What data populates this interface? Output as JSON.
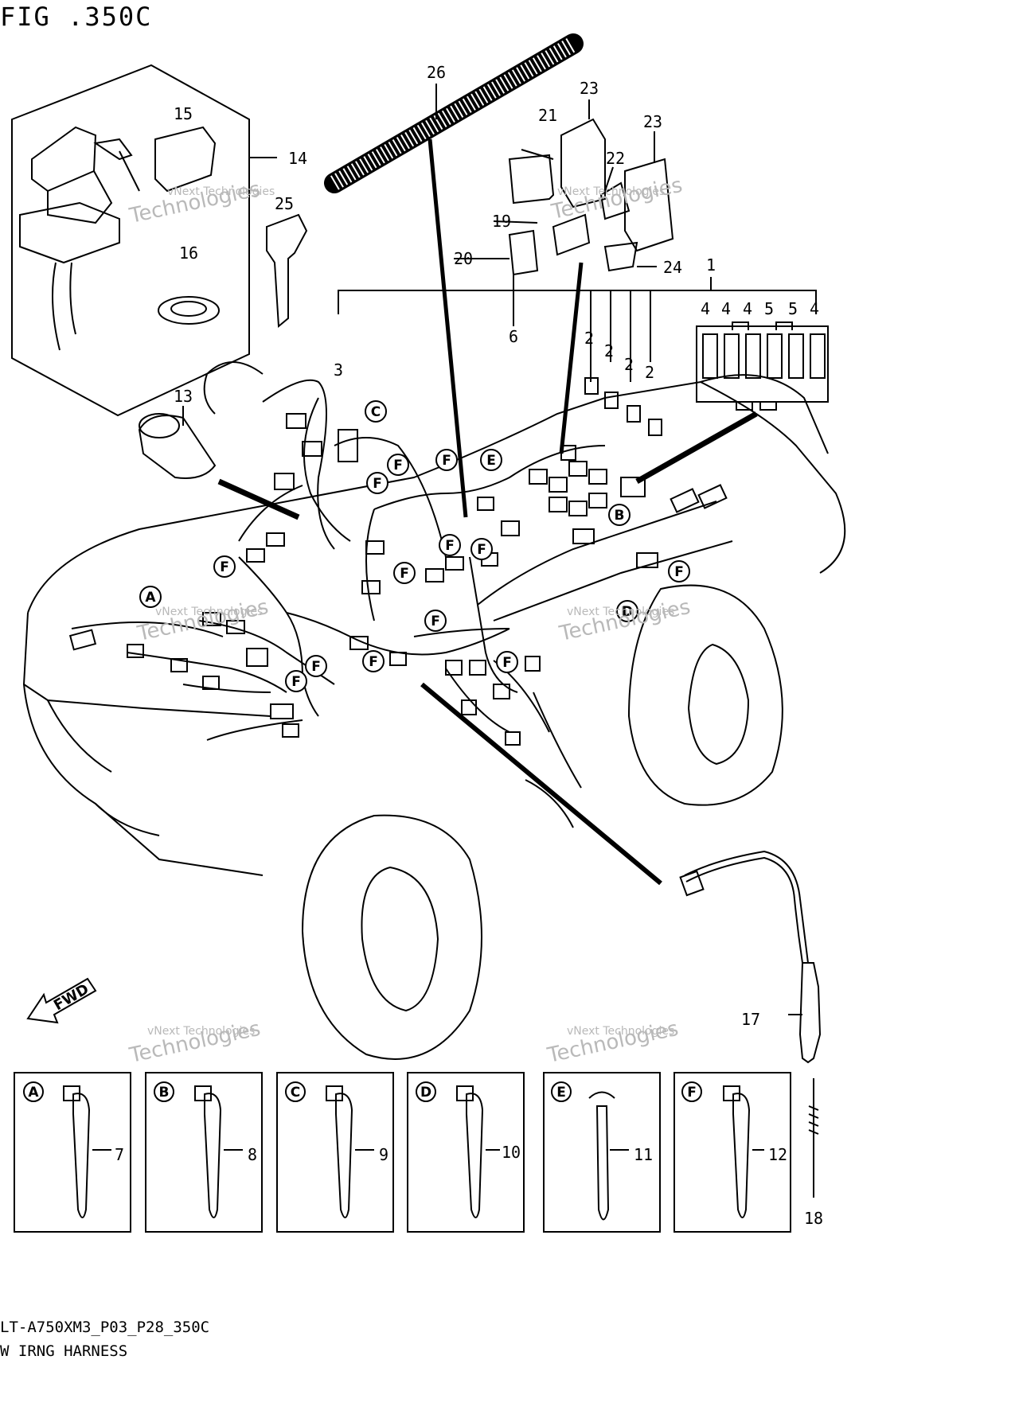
{
  "header": {
    "figure_label": "FIG .350C"
  },
  "footer": {
    "model_code": "LT-A750XM3_P03_P28_350C",
    "diagram_name": "W IRNG HARNESS"
  },
  "callouts": [
    "1",
    "2",
    "3",
    "4",
    "5",
    "6",
    "7",
    "8",
    "9",
    "10",
    "11",
    "12",
    "13",
    "14",
    "15",
    "16",
    "17",
    "18",
    "19",
    "20",
    "21",
    "22",
    "23",
    "24",
    "25",
    "26"
  ],
  "view_markers": [
    "A",
    "B",
    "C",
    "D",
    "E",
    "F"
  ],
  "direction_badge": "FWD",
  "watermark": {
    "line1": "vNext Technologies",
    "line2": "Technologies"
  }
}
